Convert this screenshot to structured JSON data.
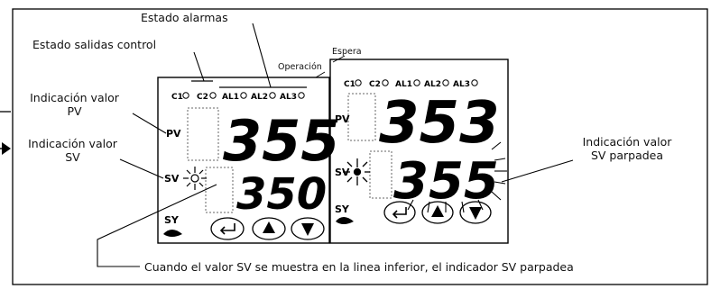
{
  "labels": {
    "estado_alarmas": "Estado alarmas",
    "estado_salidas": "Estado salidas control",
    "ind_pv_1": "Indicación valor",
    "ind_pv_2": "PV",
    "ind_sv_1": "Indicación valor",
    "ind_sv_2": "SV",
    "ind_sv_blink_1": "Indicación valor",
    "ind_sv_blink_2": "SV parpadea",
    "footer": "Cuando el valor SV se muestra en la linea inferior, el indicador SV parpadea",
    "operacion": "Operación",
    "espera": "Espera"
  },
  "front_panel": {
    "indicators": [
      "C1",
      "C2",
      "AL1",
      "AL2",
      "AL3"
    ],
    "pv_label": "PV",
    "sv_label": "SV",
    "pv_value": "355",
    "sv_value": "350",
    "brand": "SY",
    "buttons": [
      "enter-button",
      "up-button",
      "down-button"
    ]
  },
  "back_panel": {
    "indicators": [
      "C1",
      "C2",
      "AL1",
      "AL2",
      "AL3"
    ],
    "pv_label": "PV",
    "sv_label": "SV",
    "pv_value": "353",
    "sv_value": "355",
    "brand": "SY",
    "buttons": [
      "enter-button",
      "up-button",
      "down-button"
    ]
  }
}
